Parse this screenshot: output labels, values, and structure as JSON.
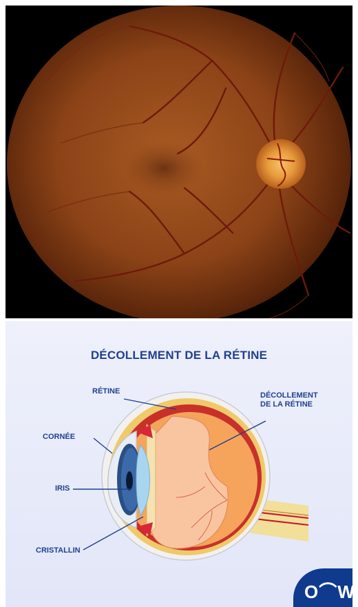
{
  "diagram": {
    "title": "DÉCOLLEMENT DE LA RÉTINE",
    "labels": {
      "retine": "RÉTINE",
      "decollement_1": "DÉCOLLEMENT",
      "decollement_2": "DE LA RÉTINE",
      "cornee": "CORNÉE",
      "iris": "IRIS",
      "cristallin": "CRISTALLIN"
    },
    "logo": "O⌒W"
  },
  "colors": {
    "fundus_bg": "#000000",
    "title_blue": "#1f3f8f",
    "logo_blue": "#0f3a8e"
  }
}
